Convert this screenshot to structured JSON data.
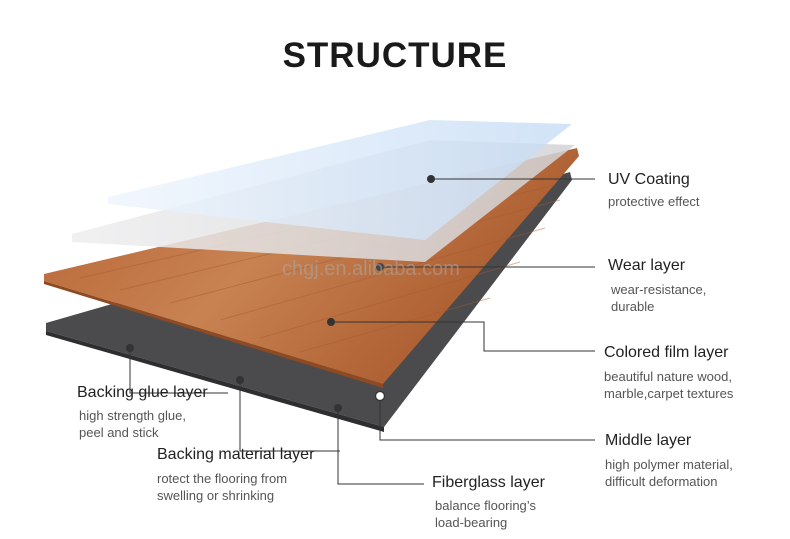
{
  "title": "STRUCTURE",
  "watermark": "chgj.en.alibaba.com",
  "layers": [
    {
      "key": "uv",
      "name": "UV Coating",
      "desc": [
        "protective effect"
      ]
    },
    {
      "key": "wear",
      "name": "Wear layer",
      "desc": [
        "wear-resistance,",
        "durable"
      ]
    },
    {
      "key": "film",
      "name": "Colored film layer",
      "desc": [
        "beautiful nature wood,",
        "marble,carpet textures"
      ]
    },
    {
      "key": "middle",
      "name": "Middle layer",
      "desc": [
        "high polymer material,",
        "difficult deformation"
      ]
    },
    {
      "key": "fiber",
      "name": "Fiberglass layer",
      "desc": [
        "balance flooring’s",
        "load-bearing"
      ]
    },
    {
      "key": "backing",
      "name": "Backing material layer",
      "desc": [
        "rotect the flooring from",
        "swelling or shrinking"
      ]
    },
    {
      "key": "glue",
      "name": "Backing glue layer",
      "desc": [
        "high strength glue,",
        "peel and stick"
      ]
    }
  ],
  "colors": {
    "uv": "#cfe1f7",
    "wear": "#d9dadb",
    "wood_light": "#c98353",
    "wood_dark": "#a9582c",
    "backing": "#505052",
    "leader": "#333333"
  }
}
